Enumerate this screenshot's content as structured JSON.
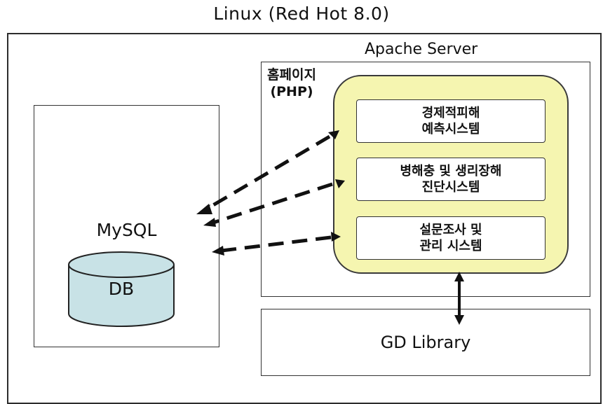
{
  "diagram": {
    "title": "Linux (Red Hot 8.0)",
    "mysql": {
      "label": "MySQL",
      "db_label": "DB"
    },
    "apache": {
      "label": "Apache Server",
      "homepage_label_line1": "홈페이지",
      "homepage_label_line2": "(PHP)",
      "systems": [
        {
          "line1": "경제적피해",
          "line2": "예측시스템"
        },
        {
          "line1": "병해충 및 생리장해",
          "line2": "진단시스템"
        },
        {
          "line1": "설문조사 및",
          "line2": "관리 시스템"
        }
      ]
    },
    "gd_library": {
      "label": "GD Library"
    },
    "colors": {
      "php_container_fill": "#f5f5b0",
      "db_fill": "#c8e2e6",
      "line": "#111111"
    }
  }
}
